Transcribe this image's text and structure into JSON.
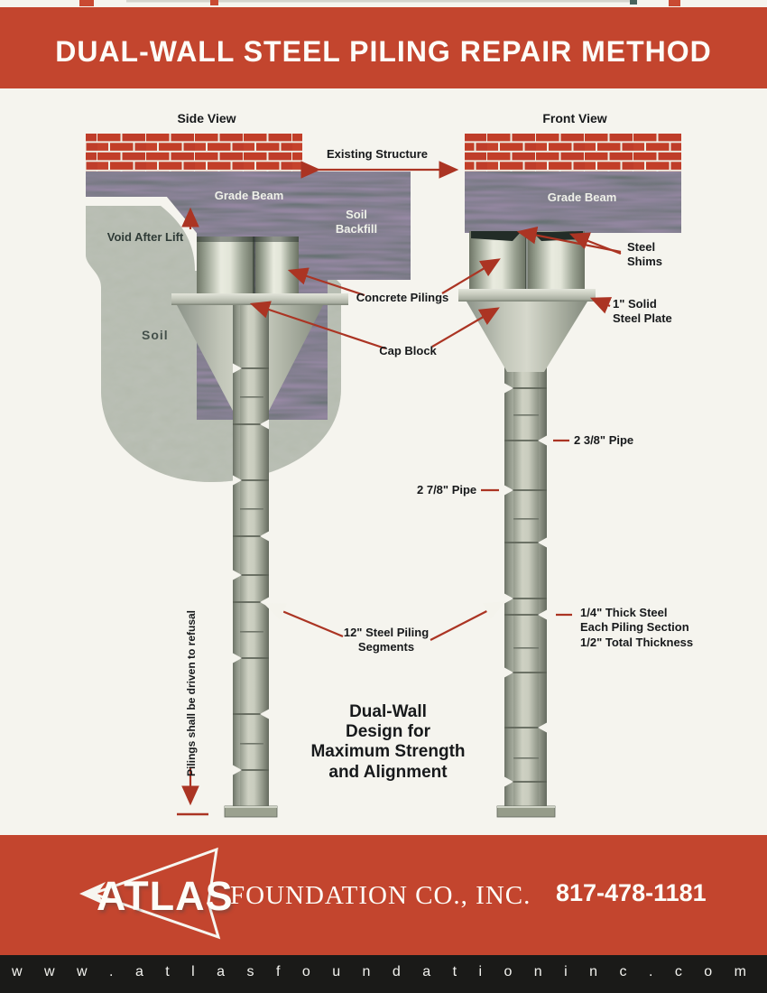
{
  "page": {
    "bg": "#f5f4ee"
  },
  "header": {
    "bg": "#c3452e",
    "title": "DUAL-WALL STEEL PILING REPAIR METHOD"
  },
  "diagram": {
    "side_view": {
      "title": "Side View",
      "grade_beam": "Grade Beam",
      "soil_backfill": "Soil\nBackfill",
      "void_after_lift": "Void After Lift",
      "soil": "Soil"
    },
    "front_view": {
      "title": "Front View",
      "grade_beam": "Grade Beam"
    },
    "shared_labels": {
      "existing_structure": "Existing Structure",
      "concrete_pilings": "Concrete Pilings",
      "cap_block": "Cap Block",
      "steel_shims": "Steel\nShims",
      "solid_steel_plate": "1\" Solid\nSteel Plate",
      "pipe_2_3_8": "2 3/8\" Pipe",
      "pipe_2_7_8": "2 7/8\" Pipe",
      "steel_piling_segments": "12\" Steel Piling\nSegments",
      "piling_thickness": "1/4\" Thick Steel\nEach Piling Section\n1/2\" Total Thickness",
      "driven_to_refusal": "Pilings shall be driven to refusal",
      "dual_wall_note": "Dual-Wall\nDesign for\nMaximum Strength\nand Alignment"
    }
  },
  "footer": {
    "bg": "#c3452e",
    "logo": "ATLAS",
    "company": "FOUNDATION CO., INC.",
    "phone": "817-478-1181",
    "website_bar_bg": "#1a1a18",
    "website": "w w w . a t l a s f o u n d a t i o n i n c . c o m"
  },
  "colors": {
    "brick": "#c23e28",
    "mortar": "#efeee4",
    "concrete_dark": "#5f6d65",
    "soil_light": "#b4baad",
    "steel_light": "#d7d9cd",
    "arrow_red": "#ab3423",
    "label_dark": "#17191b",
    "label_light": "#eff1e9"
  }
}
